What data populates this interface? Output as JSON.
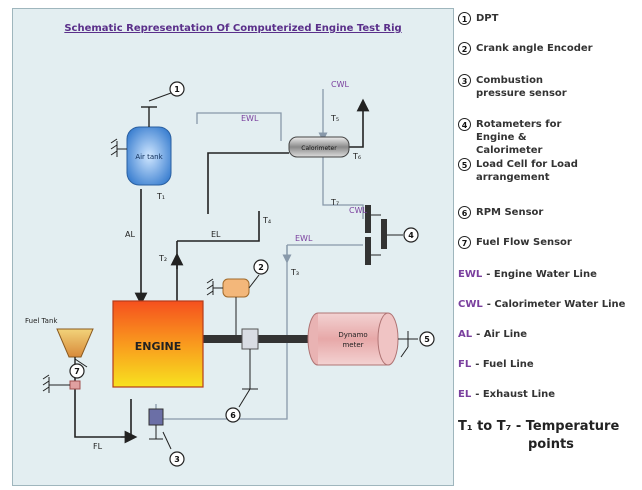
{
  "title": "Schematic Representation Of Computerized Engine Test Rig",
  "components": {
    "engine": "ENGINE",
    "air_tank": "Air tank",
    "fuel_tank": "Fuel Tank",
    "calorimeter": "Calorimeter",
    "dynamometer_line1": "Dynamo",
    "dynamometer_line2": "meter"
  },
  "line_labels": {
    "ewl_top": "EWL",
    "ewl_mid": "EWL",
    "cwl_top": "CWL",
    "cwl_mid": "CWL",
    "al": "AL",
    "el": "EL",
    "fl": "FL"
  },
  "temp_points": {
    "t1_air": "T₁",
    "t2_engine": "T₂",
    "t3": "T₃",
    "t4": "T₄",
    "t5": "T₅",
    "t6": "T₆",
    "t7": "T₇"
  },
  "sensor_numbers": {
    "n1_air": "1",
    "n2_engine": "2",
    "n3_engine": "3",
    "n4_rotameter": "4",
    "n5_loadcell": "5",
    "n6_rpm": "6",
    "n7_fuel": "7"
  },
  "legend": {
    "items": [
      {
        "num": "1",
        "text": "DPT"
      },
      {
        "num": "2",
        "text": "Crank angle Encoder"
      },
      {
        "num": "3",
        "text": "Combustion pressure sensor"
      },
      {
        "num": "4",
        "text": "Rotameters for Engine & Calorimeter"
      },
      {
        "num": "5",
        "text": "Load Cell for Load arrangement"
      },
      {
        "num": "6",
        "text": "RPM Sensor"
      },
      {
        "num": "7",
        "text": "Fuel Flow Sensor"
      }
    ],
    "abbr": [
      {
        "abbr": "EWL",
        "text": "- Engine Water Line"
      },
      {
        "abbr": "CWL",
        "text": "- Calorimeter Water Line"
      },
      {
        "abbr": "AL",
        "text": "- Air Line"
      },
      {
        "abbr": "FL",
        "text": "- Fuel Line"
      },
      {
        "abbr": "EL",
        "text": "- Exhaust Line"
      }
    ],
    "temp_line1": "T₁ to T₇ - Temperature",
    "temp_line2": "points"
  },
  "colors": {
    "panel": "#e3eef1",
    "line": "#222222",
    "water_line": "#8899aa",
    "abbr": "#7a3f9e",
    "title": "#5a2f8a"
  }
}
